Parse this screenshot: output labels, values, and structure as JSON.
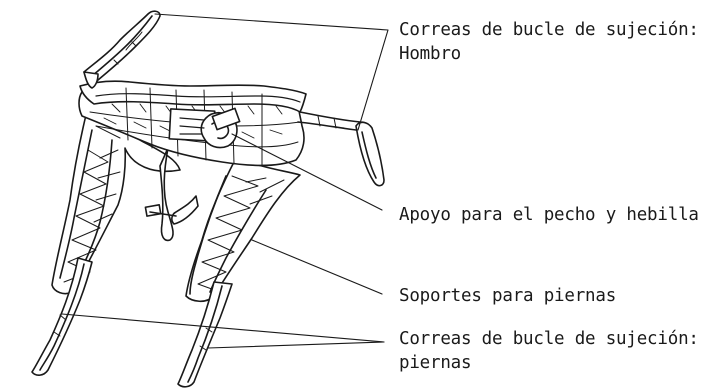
{
  "labels": {
    "shoulder_loops": {
      "line1": "Correas de bucle de sujeción:",
      "line2": "Hombro"
    },
    "chest_support": "Apoyo para el pecho y hebilla",
    "leg_supports": "Soportes para piernas",
    "leg_loops": {
      "line1": "Correas de bucle de sujeción:",
      "line2": "piernas"
    }
  },
  "colors": {
    "line": "#1a1a1a",
    "fill": "#ffffff"
  }
}
